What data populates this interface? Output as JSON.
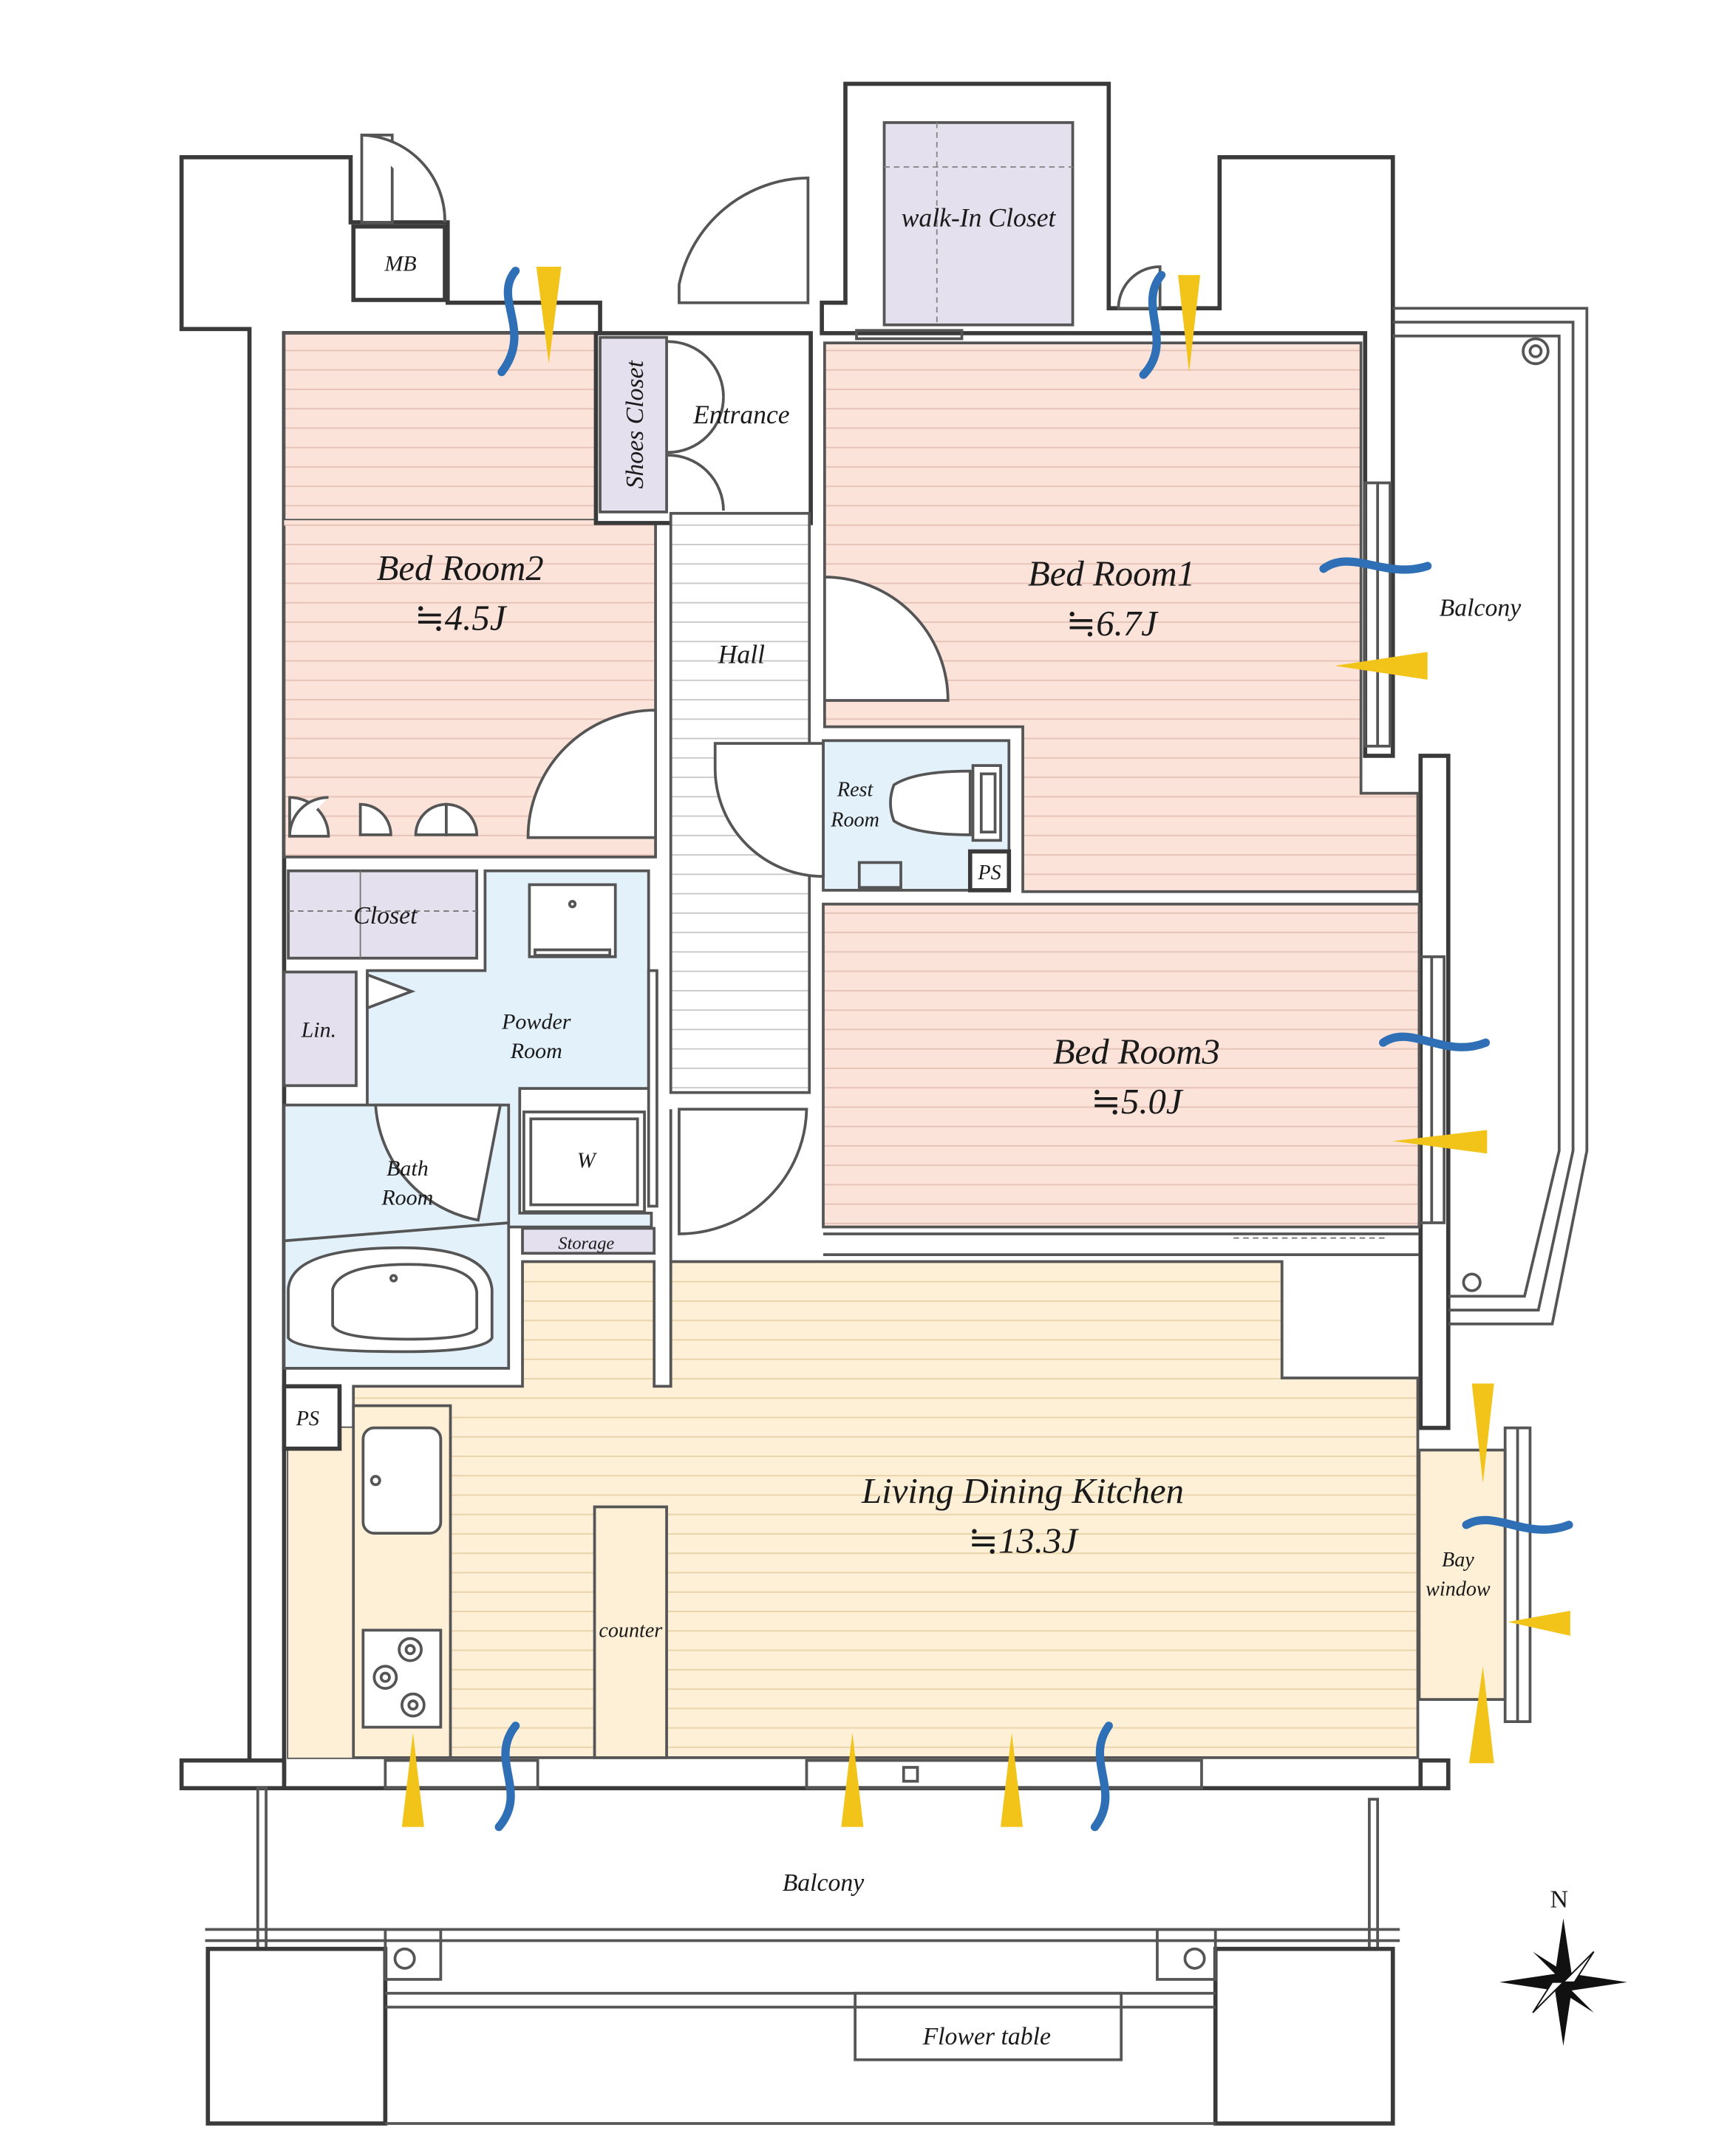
{
  "colors": {
    "bedroom_floor": "#fbe3da",
    "bedroom_stripe": "#e6c2b6",
    "living_floor": "#fdf0d6",
    "living_stripe": "#e8d2a8",
    "wet_area": "#e3f1fb",
    "closet": "#e4e0ee",
    "hall_floor": "#ffffff",
    "hall_stripe": "#c8c8c8",
    "wind_blue": "#2f6fb5",
    "light_yellow": "#f2c318"
  },
  "rooms": {
    "bed_room_2": {
      "name": "Bed Room2",
      "size": "≒4.5J"
    },
    "bed_room_1": {
      "name": "Bed Room1",
      "size": "≒6.7J"
    },
    "bed_room_3": {
      "name": "Bed Room3",
      "size": "≒5.0J"
    },
    "ldk": {
      "name": "Living Dining Kitchen",
      "size": "≒13.3J"
    }
  },
  "labels": {
    "mb": "MB",
    "walk_in_closet": "walk-In Closet",
    "shoes_closet": "Shoes Closet",
    "entrance": "Entrance",
    "hall": "Hall",
    "rest_room_1": "Rest",
    "rest_room_2": "Room",
    "ps_1": "PS",
    "ps_2": "PS",
    "closet": "Closet",
    "linen": "Lin.",
    "powder_room_1": "Powder",
    "powder_room_2": "Room",
    "washer": "W",
    "bath_room_1": "Bath",
    "bath_room_2": "Room",
    "storage": "Storage",
    "counter": "counter",
    "bay_window_1": "Bay",
    "bay_window_2": "window",
    "balcony_east": "Balcony",
    "balcony_south": "Balcony",
    "flower_table": "Flower table",
    "compass_north": "N"
  }
}
